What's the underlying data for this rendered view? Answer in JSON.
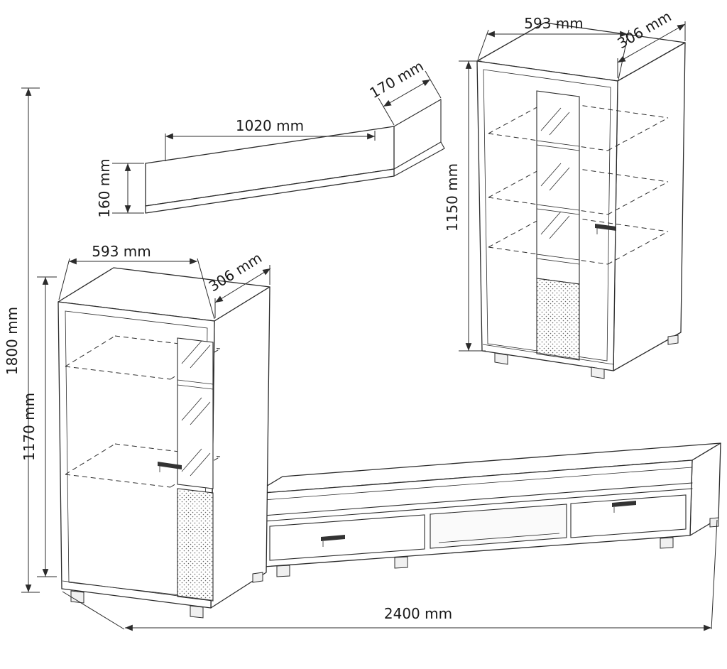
{
  "page": {
    "background": "#ffffff",
    "line_color": "#2b2b2b",
    "text_color": "#1a1a1a"
  },
  "diagram": {
    "overall": {
      "height_label": "1800 mm",
      "width_label": "2400 mm"
    },
    "wall_shelf": {
      "width_label": "1020 mm",
      "height_label": "160 mm",
      "depth_label": "170 mm"
    },
    "right_cabinet": {
      "width_label": "593 mm",
      "depth_label": "306 mm",
      "height_label": "1150 mm"
    },
    "left_cabinet": {
      "width_label": "593 mm",
      "depth_label": "306 mm",
      "height_label": "1170 mm"
    }
  }
}
